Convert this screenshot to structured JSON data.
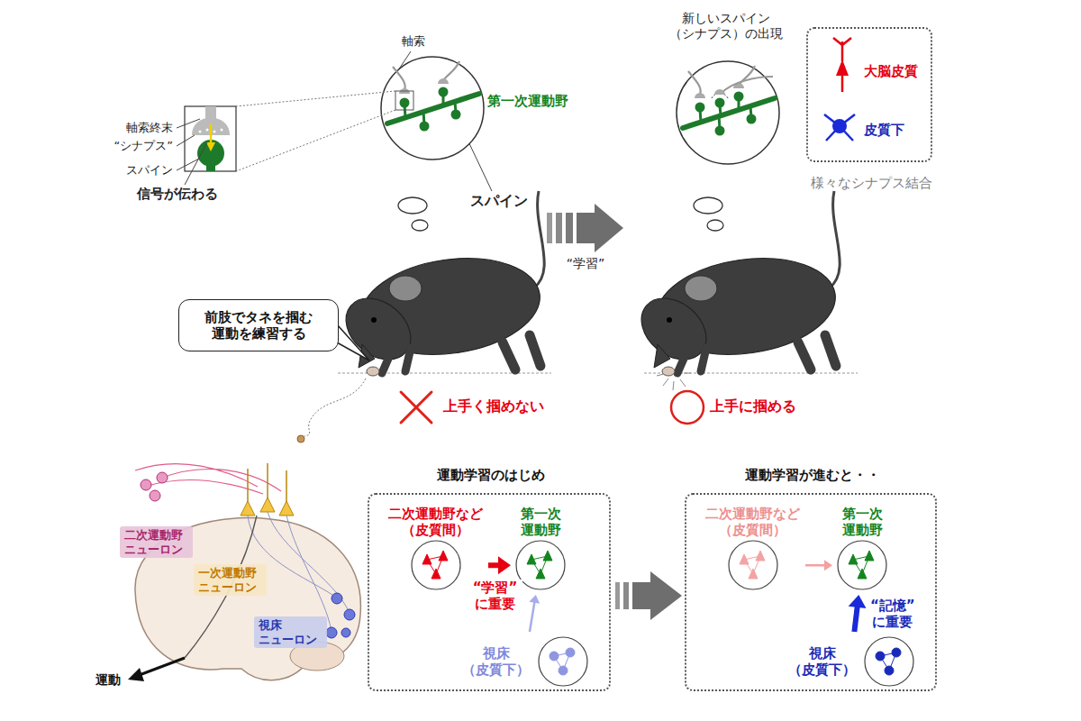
{
  "diagram": {
    "nodes": [
      {
        "text": [
          "前肢でタネを掴む 運動を練習する"
        ]
      },
      {
        "text": [
          "大脳皮質",
          "皮質下",
          "様々なシナプス結合"
        ]
      },
      {
        "text": [
          "二次運動野 ニューロン"
        ]
      },
      {
        "text": [
          "一次運動野 ニューロン"
        ]
      },
      {
        "text": [
          "視床 ニューロン"
        ]
      },
      {
        "text": [
          "運動学習のはじめ"
        ]
      },
      {
        "text": [
          "二次運動野など （皮質間）"
        ],
        "in": 5
      },
      {
        "text": [
          "第一次 運動野"
        ],
        "in": 5
      },
      {
        "text": [
          "視床 （皮質下）"
        ],
        "in": 5
      },
      {
        "text": [
          "運動学習が進むと・・"
        ]
      },
      {
        "text": [
          "二次運動野など （皮質間）"
        ],
        "in": 9
      },
      {
        "text": [
          "第一次 運動野"
        ],
        "in": 9
      },
      {
        "text": [
          "視床 （皮質下）"
        ],
        "in": 9
      }
    ],
    "edges": [
      {
        "from": 6,
        "to": 7,
        "arrow": "to",
        "label": "“学習” に重要"
      },
      {
        "from": 8,
        "to": 7,
        "arrow": "to"
      },
      {
        "from": 10,
        "to": 11,
        "arrow": "to"
      },
      {
        "from": 12,
        "to": 11,
        "arrow": "to",
        "label": "“記憶” に重要"
      }
    ],
    "labels": [
      "軸索終末",
      "“シナプス”",
      "スパイン",
      "信号が伝わる",
      "軸索",
      "第一次運動野",
      "スパイン",
      "“学習”",
      "上手く掴めない",
      "新しいスパイン （シナプス）の出現",
      "上手に掴める",
      "運動"
    ]
  }
}
